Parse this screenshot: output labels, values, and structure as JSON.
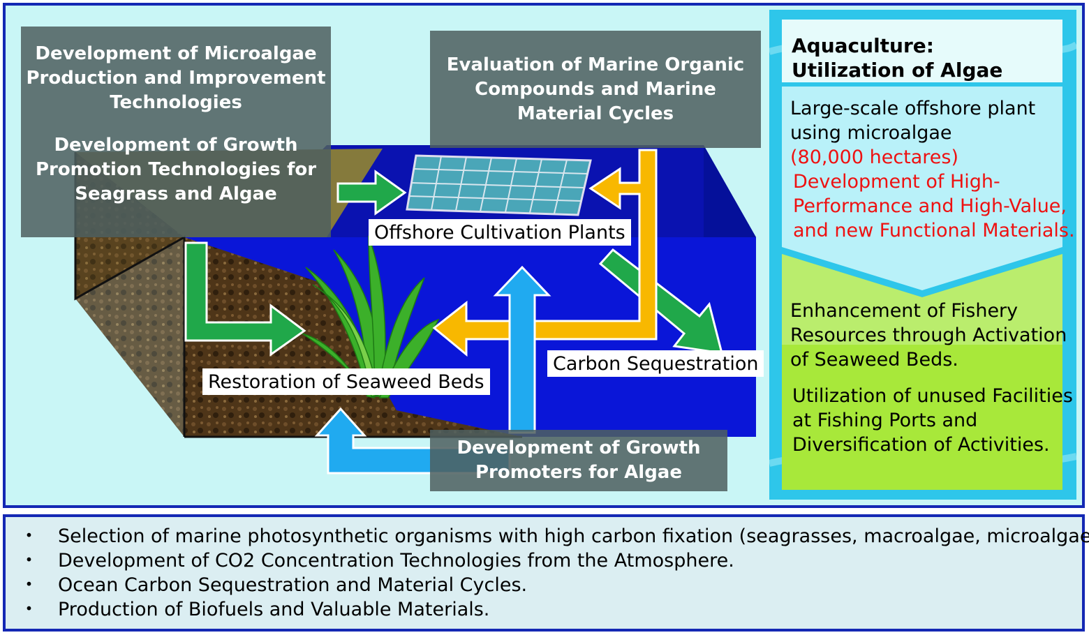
{
  "boxes": {
    "microalgae_title": [
      "Development of Microalgae",
      "Production and Improvement",
      "Technologies"
    ],
    "seagrass_title": [
      "Development of Growth",
      "Promotion Technologies for",
      "Seagrass and Algae"
    ],
    "marine_organic_title": [
      "Evaluation of Marine Organic",
      "Compounds and Marine",
      "Material Cycles"
    ],
    "growth_promoters_title": [
      "Development of Growth",
      "Promoters for Algae"
    ]
  },
  "labels": {
    "offshore_plants": "Offshore Cultivation Plants",
    "restoration": "Restoration of Seaweed Beds",
    "sequestration": "Carbon Sequestration"
  },
  "side_panel": {
    "header": [
      "Aquaculture:",
      "Utilization of Algae"
    ],
    "block1": [
      "Large-scale offshore plant",
      "using microalgae"
    ],
    "block1_area": "(80,000 hectares)",
    "block1_red": [
      "Development of High-",
      "Performance and High-Value,",
      "and new Functional Materials."
    ],
    "block2": [
      "Enhancement of Fishery",
      "Resources through Activation",
      "of Seaweed Beds."
    ],
    "block3": [
      "Utilization of unused Facilities",
      "at Fishing Ports and",
      "Diversification of Activities."
    ]
  },
  "bullets": {
    "marker": "・",
    "items": [
      "Selection of marine photosynthetic organisms with high carbon fixation (seagrasses, macroalgae, microalgae)",
      "Development of CO2 Concentration Technologies from the Atmosphere.",
      "Ocean Carbon Sequestration and Material Cycles.",
      "Production of Biofuels and Valuable Materials."
    ]
  },
  "colors": {
    "frame_border": "#1428b4",
    "water": "#0a16d8",
    "green_arrow": "#20a84a",
    "yellow_arrow": "#f8b800",
    "blue_arrow": "#20aaf0",
    "red_text": "#ee1111"
  }
}
